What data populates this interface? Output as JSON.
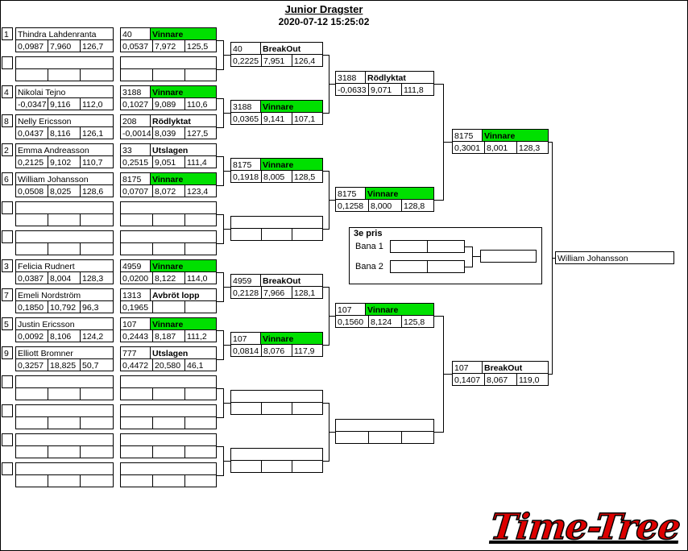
{
  "header": {
    "title": "Junior Dragster",
    "timestamp": "2020-07-12 15:25:02"
  },
  "winner": {
    "name": "William Johansson"
  },
  "third_prize": {
    "title": "3e pris",
    "lane1_label": "Bana 1",
    "lane2_label": "Bana 2"
  },
  "logo": {
    "text": "Time-Tree"
  },
  "colors": {
    "winner_bg": "#00e000",
    "logo_red": "#dd0000"
  },
  "rounds": {
    "round1": [
      {
        "seed": "1",
        "name": "Thindra Lahdenranta",
        "stats": [
          "0,0987",
          "7,960",
          "126,7"
        ]
      },
      {
        "blank": true
      },
      {
        "seed": "4",
        "name": "Nikolai Tejno",
        "stats": [
          "-0,0347",
          "9,116",
          "112,0"
        ]
      },
      {
        "seed": "8",
        "name": "Nelly Ericsson",
        "stats": [
          "0,0437",
          "8,116",
          "126,1"
        ]
      },
      {
        "seed": "2",
        "name": "Emma Andreasson",
        "stats": [
          "0,2125",
          "9,102",
          "110,7"
        ]
      },
      {
        "seed": "6",
        "name": "William Johansson",
        "stats": [
          "0,0508",
          "8,025",
          "128,6"
        ]
      },
      {
        "blank": true
      },
      {
        "blank": true
      },
      {
        "seed": "3",
        "name": "Felicia Rudnert",
        "stats": [
          "0,0387",
          "8,004",
          "128,3"
        ]
      },
      {
        "seed": "7",
        "name": "Emeli Nordström",
        "stats": [
          "0,1850",
          "10,792",
          "96,3"
        ]
      },
      {
        "seed": "5",
        "name": "Justin Ericsson",
        "stats": [
          "0,0092",
          "8,106",
          "124,2"
        ]
      },
      {
        "seed": "9",
        "name": "Elliott Bromner",
        "stats": [
          "0,3257",
          "18,825",
          "50,7"
        ]
      },
      {
        "blank": true
      },
      {
        "blank": true
      },
      {
        "blank": true
      },
      {
        "blank": true
      }
    ],
    "round2": [
      {
        "number": "40",
        "status": "Vinnare",
        "win": true,
        "stats": [
          "0,0537",
          "7,972",
          "125,5"
        ]
      },
      {
        "blank": true
      },
      {
        "number": "3188",
        "status": "Vinnare",
        "win": true,
        "stats": [
          "0,1027",
          "9,089",
          "110,6"
        ]
      },
      {
        "number": "208",
        "status": "Rödlyktat",
        "win": false,
        "stats": [
          "-0,0014",
          "8,039",
          "127,5"
        ]
      },
      {
        "number": "33",
        "status": "Utslagen",
        "win": false,
        "stats": [
          "0,2515",
          "9,051",
          "111,4"
        ]
      },
      {
        "number": "8175",
        "status": "Vinnare",
        "win": true,
        "stats": [
          "0,0707",
          "8,072",
          "123,4"
        ]
      },
      {
        "blank": true
      },
      {
        "blank": true
      },
      {
        "number": "4959",
        "status": "Vinnare",
        "win": true,
        "stats": [
          "0,0200",
          "8,122",
          "114,0"
        ]
      },
      {
        "number": "1313",
        "status": "Avbröt lopp",
        "win": false,
        "stats": [
          "0,1965",
          "",
          ""
        ]
      },
      {
        "number": "107",
        "status": "Vinnare",
        "win": true,
        "stats": [
          "0,2443",
          "8,187",
          "111,2"
        ]
      },
      {
        "number": "777",
        "status": "Utslagen",
        "win": false,
        "stats": [
          "0,4472",
          "20,580",
          "46,1"
        ]
      },
      {
        "blank": true
      },
      {
        "blank": true
      },
      {
        "blank": true
      },
      {
        "blank": true
      }
    ],
    "round3": [
      {
        "number": "40",
        "status": "BreakOut",
        "win": false,
        "stats": [
          "0,2225",
          "7,951",
          "126,4"
        ]
      },
      {
        "number": "3188",
        "status": "Vinnare",
        "win": true,
        "stats": [
          "0,0365",
          "9,141",
          "107,1"
        ]
      },
      {
        "number": "8175",
        "status": "Vinnare",
        "win": true,
        "stats": [
          "0,1918",
          "8,005",
          "128,5"
        ]
      },
      {
        "blank": true
      },
      {
        "number": "4959",
        "status": "BreakOut",
        "win": false,
        "stats": [
          "0,2128",
          "7,966",
          "128,1"
        ]
      },
      {
        "number": "107",
        "status": "Vinnare",
        "win": true,
        "stats": [
          "0,0814",
          "8,076",
          "117,9"
        ]
      },
      {
        "blank": true
      },
      {
        "blank": true
      }
    ],
    "round4": [
      {
        "number": "3188",
        "status": "Rödlyktat",
        "win": false,
        "stats": [
          "-0,0633",
          "9,071",
          "111,8"
        ]
      },
      {
        "number": "8175",
        "status": "Vinnare",
        "win": true,
        "stats": [
          "0,1258",
          "8,000",
          "128,8"
        ]
      },
      {
        "number": "107",
        "status": "Vinnare",
        "win": true,
        "stats": [
          "0,1560",
          "8,124",
          "125,8"
        ]
      },
      {
        "blank": true
      }
    ],
    "final": [
      {
        "number": "8175",
        "status": "Vinnare",
        "win": true,
        "stats": [
          "0,3001",
          "8,001",
          "128,3"
        ]
      },
      {
        "number": "107",
        "status": "BreakOut",
        "win": false,
        "stats": [
          "0,1407",
          "8,067",
          "119,0"
        ]
      }
    ]
  }
}
